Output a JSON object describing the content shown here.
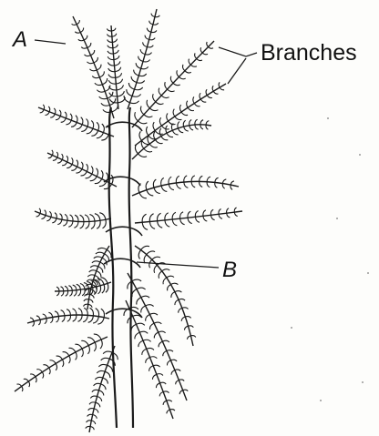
{
  "diagram": {
    "labels": {
      "a": "A",
      "b": "B",
      "branches": "Branches"
    },
    "colors": {
      "ink": "#1a1a1a",
      "background": "#fdfdfb"
    }
  }
}
